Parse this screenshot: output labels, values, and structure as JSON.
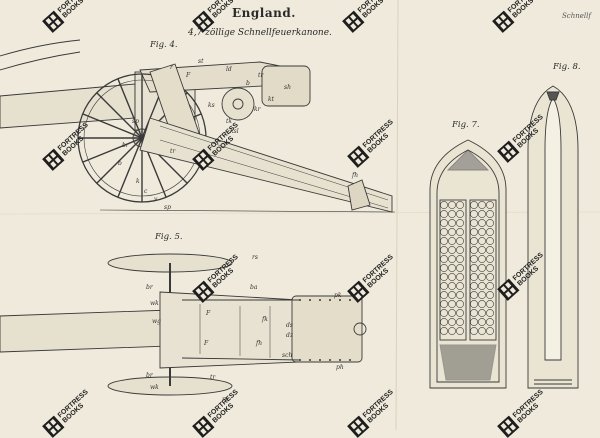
{
  "plate": {
    "title": "England.",
    "subtitle": "4,7 zöllige Schnellfeuerkanone.",
    "corner_text": "Schnellf",
    "figures": [
      "Fig. 4.",
      "Fig. 5.",
      "Fig. 7.",
      "Fig. 8."
    ]
  },
  "fig4_marks": [
    "st",
    "r",
    "F",
    "ld",
    "tr",
    "b",
    "sh",
    "kt",
    "ks",
    "kr",
    "tk",
    "ksl",
    "sp",
    "br",
    "tr",
    "b",
    "k",
    "c",
    "v",
    "sp",
    "fh"
  ],
  "fig5_marks": [
    "rs",
    "ba",
    "br",
    "wk",
    "wg",
    "F",
    "pk",
    "fk",
    "ds",
    "dz",
    "F",
    "fh",
    "sch",
    "ph",
    "br",
    "wk",
    "tr",
    "rs"
  ],
  "watermark": {
    "line1": "FORTRESS",
    "line2": "BOOKS",
    "logo_icon": "fortress-books-logo-icon"
  },
  "colors": {
    "paper": "#efeadb",
    "ink": "#3a3a3a",
    "watermark": "#1e1e1e"
  }
}
